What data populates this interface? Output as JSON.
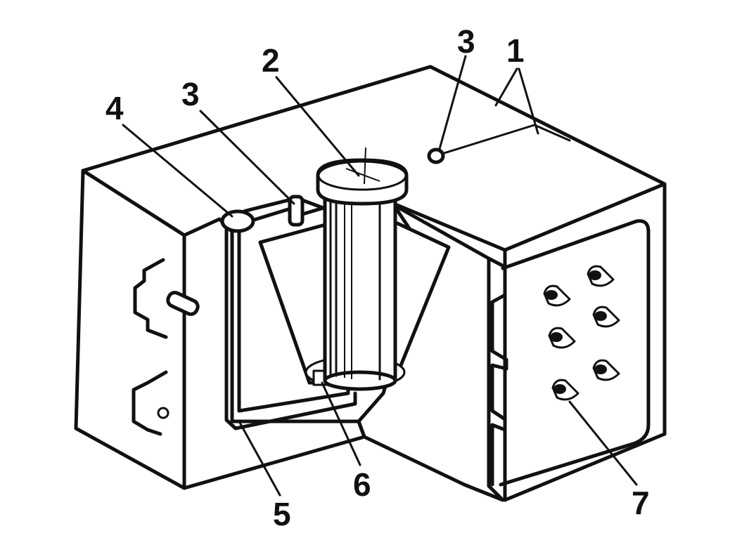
{
  "figure": {
    "labels": {
      "l1": "1",
      "l2": "2",
      "l3a": "3",
      "l3b": "3",
      "l4": "4",
      "l5": "5",
      "l6": "6",
      "l7": "7"
    },
    "ink_color": "#111111",
    "background_color": "#ffffff"
  }
}
